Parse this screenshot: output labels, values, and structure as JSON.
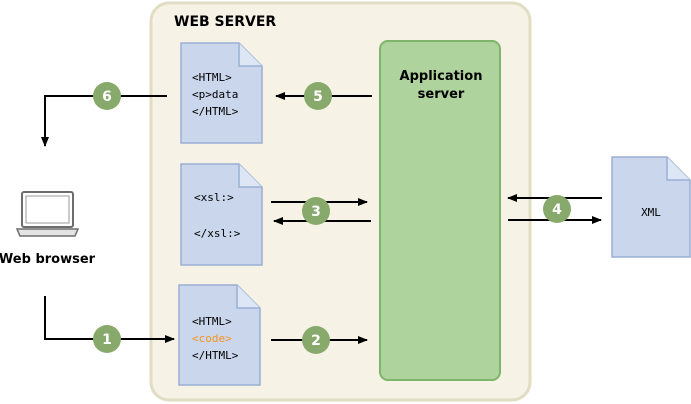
{
  "web_server": {
    "label": "WEB SERVER"
  },
  "app_server": {
    "label_line1": "Application",
    "label_line2": "server"
  },
  "web_browser": {
    "label": "Web browser",
    "icon": "laptop-icon"
  },
  "documents": {
    "output_html": {
      "lines": [
        "<HTML>",
        "<p>data",
        "</HTML>"
      ]
    },
    "xsl": {
      "lines": [
        "<xsl:>",
        "</xsl:>"
      ]
    },
    "input_html": {
      "lines": [
        "<HTML>",
        "<code>",
        "</HTML>"
      ],
      "accent_line": 1
    },
    "xml": {
      "label": "XML"
    }
  },
  "steps": [
    "1",
    "2",
    "3",
    "4",
    "5",
    "6"
  ],
  "colors": {
    "server_fill": "#f6f3e6",
    "server_stroke": "#e1ddc3",
    "app_fill": "#aed39c",
    "app_stroke": "#7fb56a",
    "doc_fill": "#c9d6ec",
    "doc_stroke": "#9aafd4",
    "step_fill": "#87a96b",
    "code_accent": "#f7941d"
  }
}
